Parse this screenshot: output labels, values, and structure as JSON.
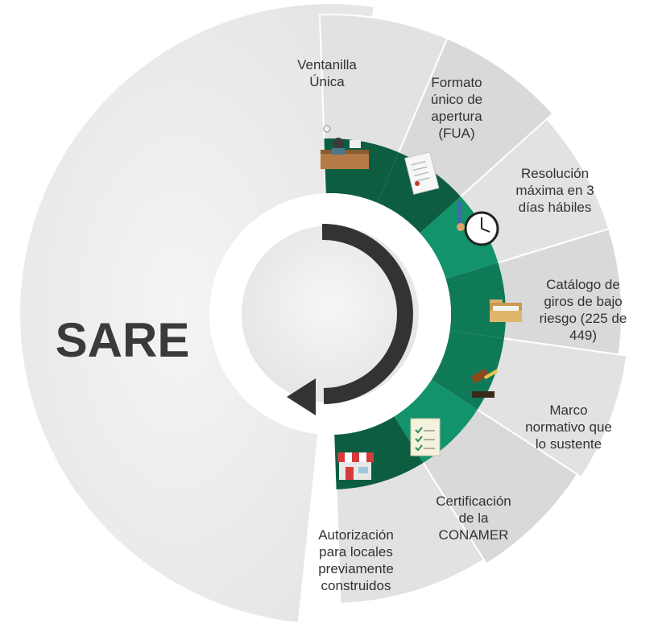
{
  "title": "SARE",
  "colors": {
    "wedge_light": "#e2e2e3",
    "wedge_dark": "#d9d9da",
    "big_sector": "#ebebeb",
    "ring_green_dark": "#0d5e40",
    "ring_green": "#0f7a58",
    "ring_green_light": "#12936c",
    "inner_circle": "#ececec",
    "arrow": "#333333"
  },
  "segments": [
    {
      "label_lines": [
        "Ventanilla",
        "Única"
      ],
      "icon": "office-desk-icon"
    },
    {
      "label_lines": [
        "Formato",
        "único de",
        "apertura",
        "(FUA)"
      ],
      "icon": "document-icon"
    },
    {
      "label_lines": [
        "Resolución",
        "máxima en 3",
        "días hábiles"
      ],
      "icon": "stopwatch-icon"
    },
    {
      "label_lines": [
        "Catálogo de",
        "giros de bajo",
        "riesgo (225 de",
        "449)"
      ],
      "icon": "folder-icon"
    },
    {
      "label_lines": [
        "Marco",
        "normativo que",
        "lo sustente"
      ],
      "icon": "gavel-icon"
    },
    {
      "label_lines": [
        "Certificación",
        "de la",
        "CONAMER"
      ],
      "icon": "checklist-icon"
    },
    {
      "label_lines": [
        "Autorización",
        "para locales",
        "previamente",
        "construidos"
      ],
      "icon": "storefront-icon"
    }
  ],
  "center_icon": "cycle-arrow-icon"
}
